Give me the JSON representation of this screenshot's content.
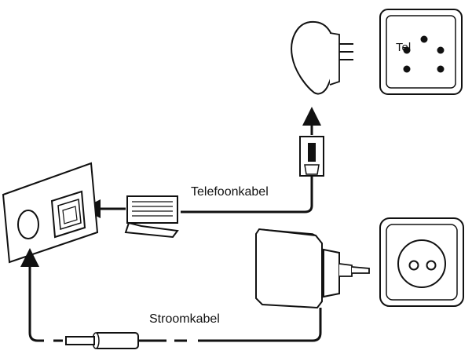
{
  "diagram": {
    "labels": {
      "telephone_cable": "Telefoonkabel",
      "power_cable": "Stroomkabel",
      "tel_socket": "Tel"
    },
    "components": [
      "device-back-panel",
      "dc-power-jack",
      "rj11-port",
      "rj11-plug",
      "phone-adapter-plug",
      "telephone-wall-socket",
      "power-adapter",
      "mains-wall-socket",
      "dc-barrel-plug"
    ]
  }
}
